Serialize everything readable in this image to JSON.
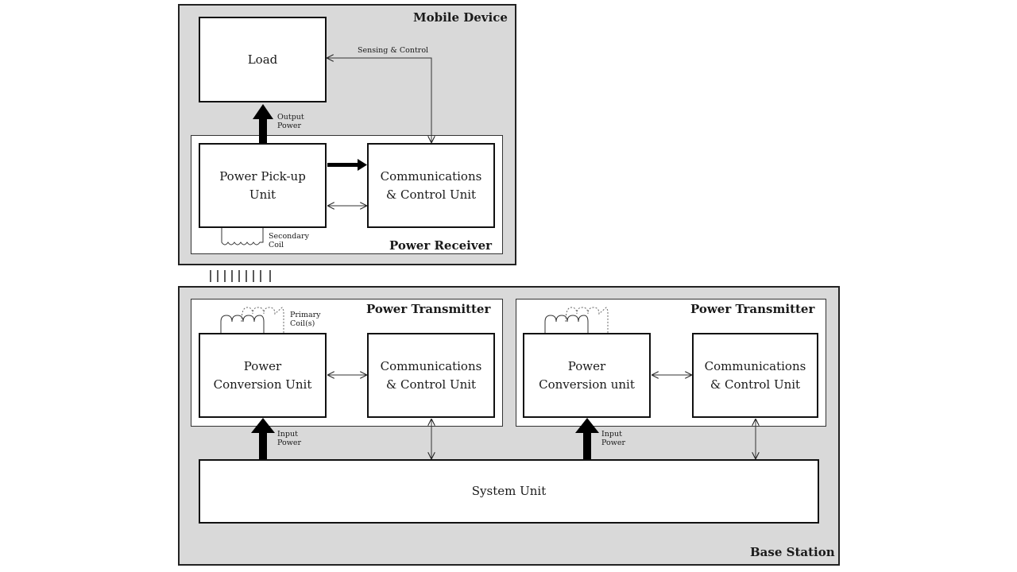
{
  "mobile_device": {
    "title": "Mobile Device",
    "load": {
      "label": "Load"
    },
    "sensing_label": "Sensing & Control",
    "output_power_label": "Output\nPower",
    "power_receiver": {
      "title": "Power Receiver",
      "pickup": {
        "label": "Power Pick-up\nUnit"
      },
      "comm": {
        "label": "Communications\n& Control Unit"
      },
      "coil_label": "Secondary\nCoil"
    }
  },
  "base_station": {
    "title": "Base Station",
    "transmitters": [
      {
        "title": "Power Transmitter",
        "conversion": {
          "label": "Power\nConversion Unit"
        },
        "comm": {
          "label": "Communications\n& Control Unit"
        },
        "coil_label": "Primary\nCoil(s)",
        "input_power_label": "Input\nPower"
      },
      {
        "title": "Power Transmitter",
        "conversion": {
          "label": "Power\nConversion unit"
        },
        "comm": {
          "label": "Communications\n& Control Unit"
        },
        "input_power_label": "Input\nPower"
      }
    ],
    "system_unit": {
      "label": "System Unit"
    }
  }
}
